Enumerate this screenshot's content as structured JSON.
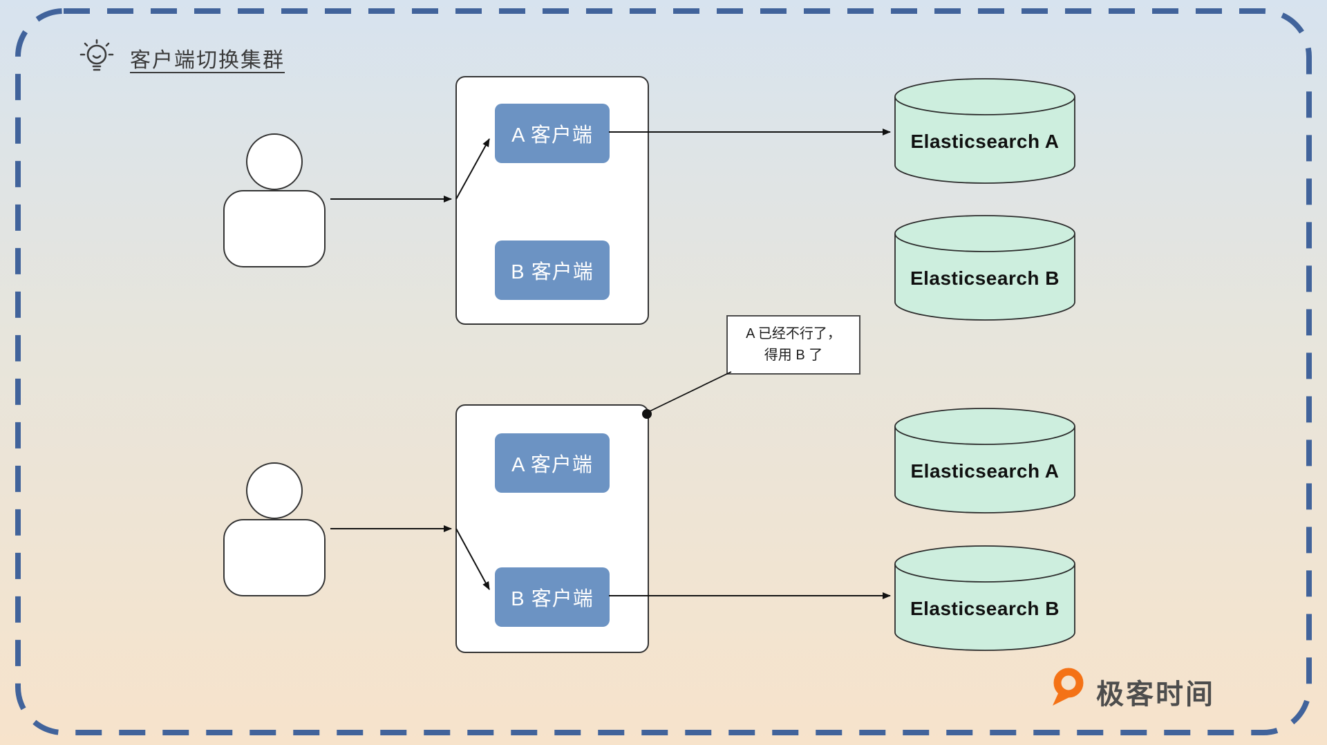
{
  "title": "客户端切换集群",
  "top": {
    "client_a": "A 客户端",
    "client_b": "B 客户端",
    "es_a": "Elasticsearch A",
    "es_b": "Elasticsearch B"
  },
  "bottom": {
    "client_a": "A 客户端",
    "client_b": "B 客户端",
    "es_a": "Elasticsearch A",
    "es_b": "Elasticsearch B"
  },
  "note": {
    "line1": "A 已经不行了，",
    "line2": "得用 B 了"
  },
  "logo_text": "极客时间",
  "colors": {
    "accent_blue": "#6c93c3",
    "cylinder_fill": "#cdeede",
    "dashed_border": "#41639b",
    "logo_orange": "#f47216"
  }
}
